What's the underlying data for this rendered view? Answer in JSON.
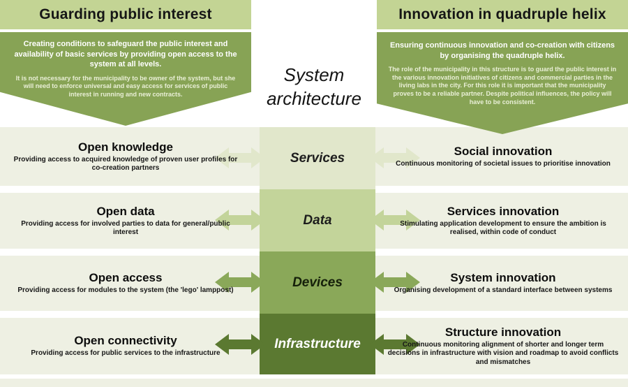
{
  "title": {
    "text": "System architecture"
  },
  "left": {
    "header": "Guarding public interest",
    "intro": "Creating conditions to safeguard the public interest and availability of basic services by providing open access to the system at all levels.",
    "detail": "It is not necessary for the municipality to be owner of the system, but she will need to enforce universal and easy access for services of public interest in running and new contracts.",
    "rows": [
      {
        "title": "Open knowledge",
        "desc": "Providing access to acquired knowledge of proven user profiles for co-creation partners"
      },
      {
        "title": "Open data",
        "desc": "Providing access for involved parties to data for general/public interest"
      },
      {
        "title": "Open access",
        "desc": "Providing access for modules to the system (the 'lego' lamppost)"
      },
      {
        "title": "Open connectivity",
        "desc": "Providing access for public services to the infrastructure"
      }
    ]
  },
  "right": {
    "header": "Innovation in quadruple helix",
    "intro": "Ensuring continuous innovation and co-creation with citizens by organising the quadruple helix.",
    "detail": "The role of the municipality in this structure is to guard the public interest in the various innovation initiatives of citizens and commercial parties in the living labs in the city. For this role it is important that the municipality proves to be a reliable partner. Despite political influences, the policy will have to be consistent.",
    "rows": [
      {
        "title": "Social innovation",
        "desc": "Continuous monitoring of societal issues to prioritise innovation"
      },
      {
        "title": "Services innovation",
        "desc": "Stimulating application development to ensure the ambition is realised, within code of conduct"
      },
      {
        "title": "System innovation",
        "desc": "Organising development of a standard interface between systems"
      },
      {
        "title": "Structure innovation",
        "desc": "Continuous monitoring alignment of shorter and longer term decisions in infrastructure with vision and roadmap to avoid conflicts and mismatches"
      }
    ]
  },
  "layers": [
    {
      "label": "Services",
      "color": "#e1e7cb",
      "text_color": "#1d1d1d"
    },
    {
      "label": "Data",
      "color": "#c3d49a",
      "text_color": "#1d1d1d"
    },
    {
      "label": "Devices",
      "color": "#8aa859",
      "text_color": "#15200a"
    },
    {
      "label": "Infrastructure",
      "color": "#5b7931",
      "text_color": "#ffffff"
    }
  ],
  "colors": {
    "banner": "#c3d494",
    "block": "#87a355",
    "row_stripe": "#eef0e3"
  }
}
